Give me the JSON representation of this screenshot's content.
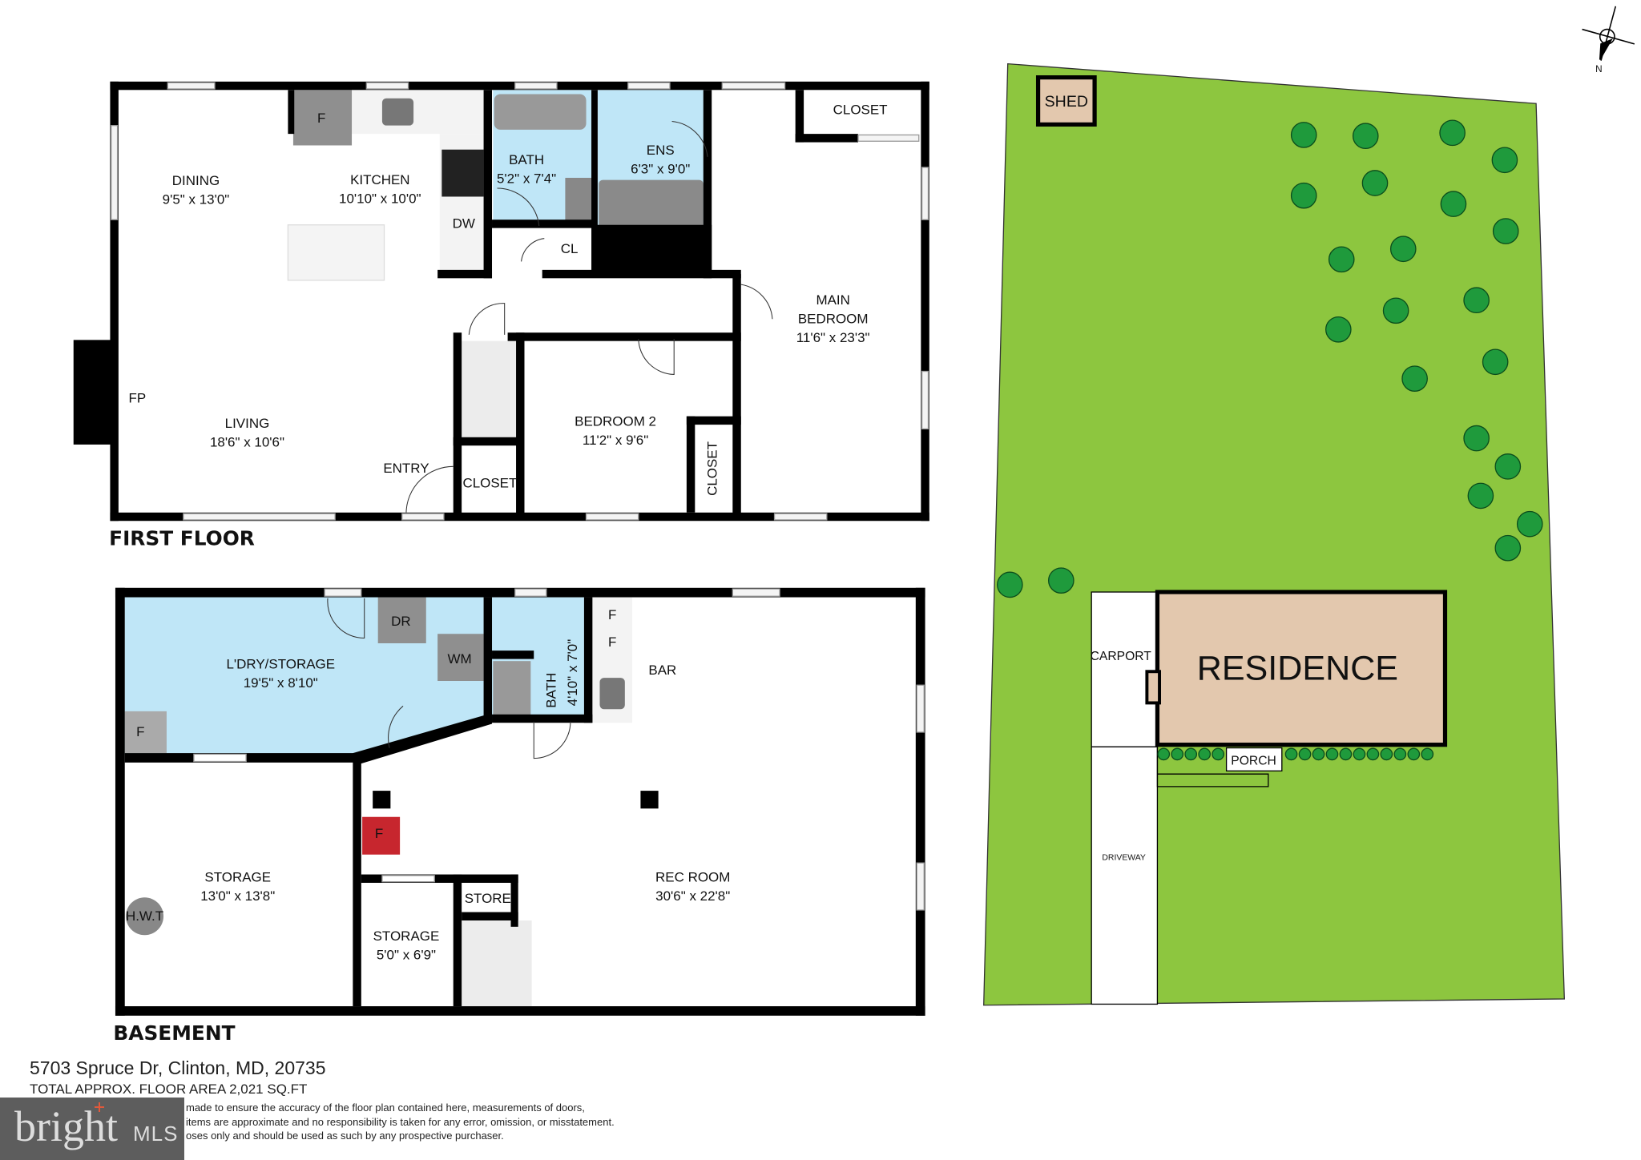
{
  "first_floor": {
    "title": "FIRST FLOOR",
    "rooms": [
      {
        "name": "DINING",
        "size": "9'5\" x 13'0\""
      },
      {
        "name": "KITCHEN",
        "size": "10'10\" x 10'0\""
      },
      {
        "name": "BATH",
        "size": "5'2\" x 7'4\""
      },
      {
        "name": "ENS",
        "size": "6'3\" x 9'0\""
      },
      {
        "name": "CLOSET"
      },
      {
        "name": "MAIN BEDROOM",
        "line1": "MAIN",
        "line2": "BEDROOM",
        "size": "11'6\" x 23'3\""
      },
      {
        "name": "LIVING",
        "size": "18'6\" x 10'6\""
      },
      {
        "name": "BEDROOM 2",
        "size": "11'2\" x 9'6\""
      },
      {
        "name": "ENTRY"
      },
      {
        "name": "CLOSET"
      },
      {
        "name": "CLOSET"
      },
      {
        "name": "CL"
      }
    ],
    "fixtures": {
      "fridge": "F",
      "dishwasher": "DW",
      "fireplace": "FP"
    }
  },
  "basement": {
    "title": "BASEMENT",
    "rooms": [
      {
        "name": "L'DRY/STORAGE",
        "size": "19'5\" x 8'10\""
      },
      {
        "name": "BATH",
        "size": "4'10\" x 7'0\""
      },
      {
        "name": "BAR"
      },
      {
        "name": "STORAGE",
        "size": "13'0\" x 13'8\""
      },
      {
        "name": "STORAGE",
        "size": "5'0\" x 6'9\""
      },
      {
        "name": "STORE"
      },
      {
        "name": "REC ROOM",
        "size": "30'6\" x 22'8\""
      }
    ],
    "fixtures": {
      "dryer": "DR",
      "washer": "WM",
      "fridge": "F",
      "water_heater": "H.W.T"
    }
  },
  "site": {
    "shed": "SHED",
    "residence": "RESIDENCE",
    "carport": "CARPORT",
    "porch": "PORCH",
    "driveway": "DRIVEWAY",
    "north": "N",
    "colors": {
      "lawn": "#8dc63f",
      "residence": "#e3c8ae",
      "trees": "#1f9a3c"
    }
  },
  "footer": {
    "address": "5703 Spruce Dr, Clinton, MD, 20735",
    "total_area": "TOTAL APPROX. FLOOR AREA 2,021 SQ.FT",
    "disclaimer": [
      "made to ensure the accuracy of the floor plan contained here, measurements of doors,",
      "items are approximate and no responsibility is taken for any error, omission, or misstatement.",
      "oses only and should be used as such by any prospective purchaser."
    ]
  },
  "logo": {
    "brand": "bright",
    "suffix": "MLS"
  }
}
